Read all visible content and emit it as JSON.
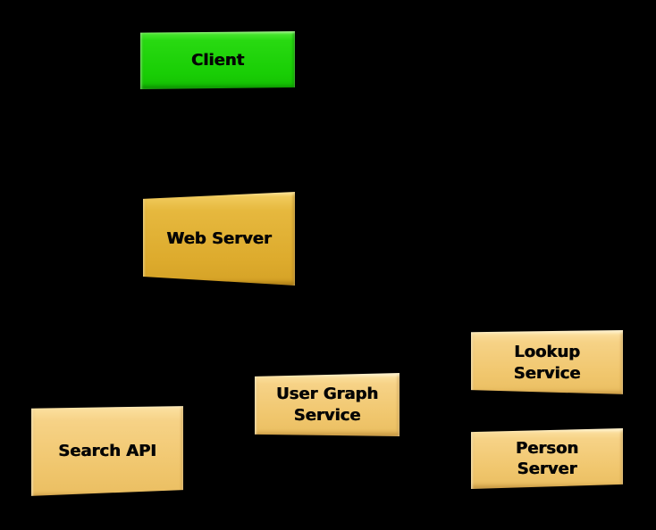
{
  "page": {
    "background_color": "#000000",
    "description": "Service architecture diagram with six boxes"
  },
  "diagram": {
    "node_colors": {
      "client_fill": "#1ed30a",
      "web_server_fill": "#e0b032",
      "service_fill": "#f2ca74",
      "text_color": "#000000"
    },
    "nodes": [
      {
        "id": "client",
        "label": "Client"
      },
      {
        "id": "web-server",
        "label": "Web Server"
      },
      {
        "id": "search-api",
        "label": "Search API"
      },
      {
        "id": "user-graph-service",
        "label": "User Graph\nService"
      },
      {
        "id": "lookup-service",
        "label": "Lookup\nService"
      },
      {
        "id": "person-server",
        "label": "Person\nServer"
      }
    ]
  }
}
